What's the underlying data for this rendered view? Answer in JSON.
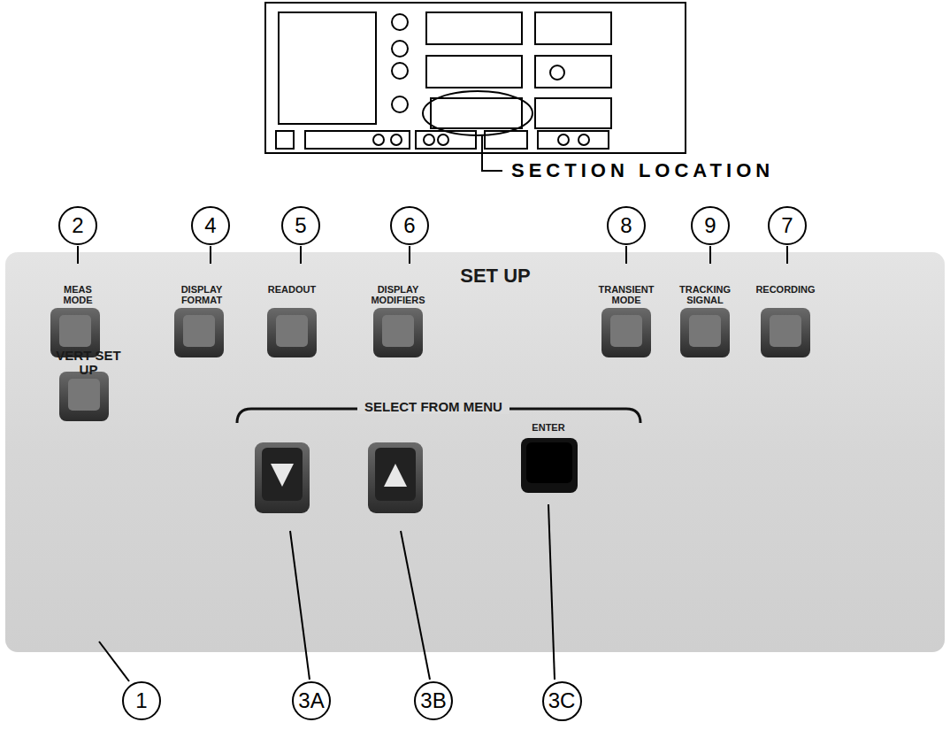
{
  "diagram": {
    "nodes": [
      {
        "text": [
          "2"
        ]
      },
      {
        "text": [
          "4"
        ]
      },
      {
        "text": [
          "5"
        ]
      },
      {
        "text": [
          "6"
        ]
      },
      {
        "text": [
          "8"
        ]
      },
      {
        "text": [
          "9"
        ]
      },
      {
        "text": [
          "7"
        ]
      },
      {
        "text": [
          "1"
        ]
      },
      {
        "text": [
          "3A"
        ]
      },
      {
        "text": [
          "3B"
        ]
      },
      {
        "text": [
          "3C"
        ]
      }
    ],
    "edges": [],
    "labels": [
      "SECTION LOCATION",
      "SET UP",
      "MEAS MODE",
      "DISPLAY FORMAT",
      "READOUT",
      "DISPLAY MODIFIERS",
      "TRANSIENT MODE",
      "TRACKING SIGNAL",
      "RECORDING",
      "VERT SET UP",
      "SELECT FROM MENU",
      "ENTER"
    ]
  }
}
